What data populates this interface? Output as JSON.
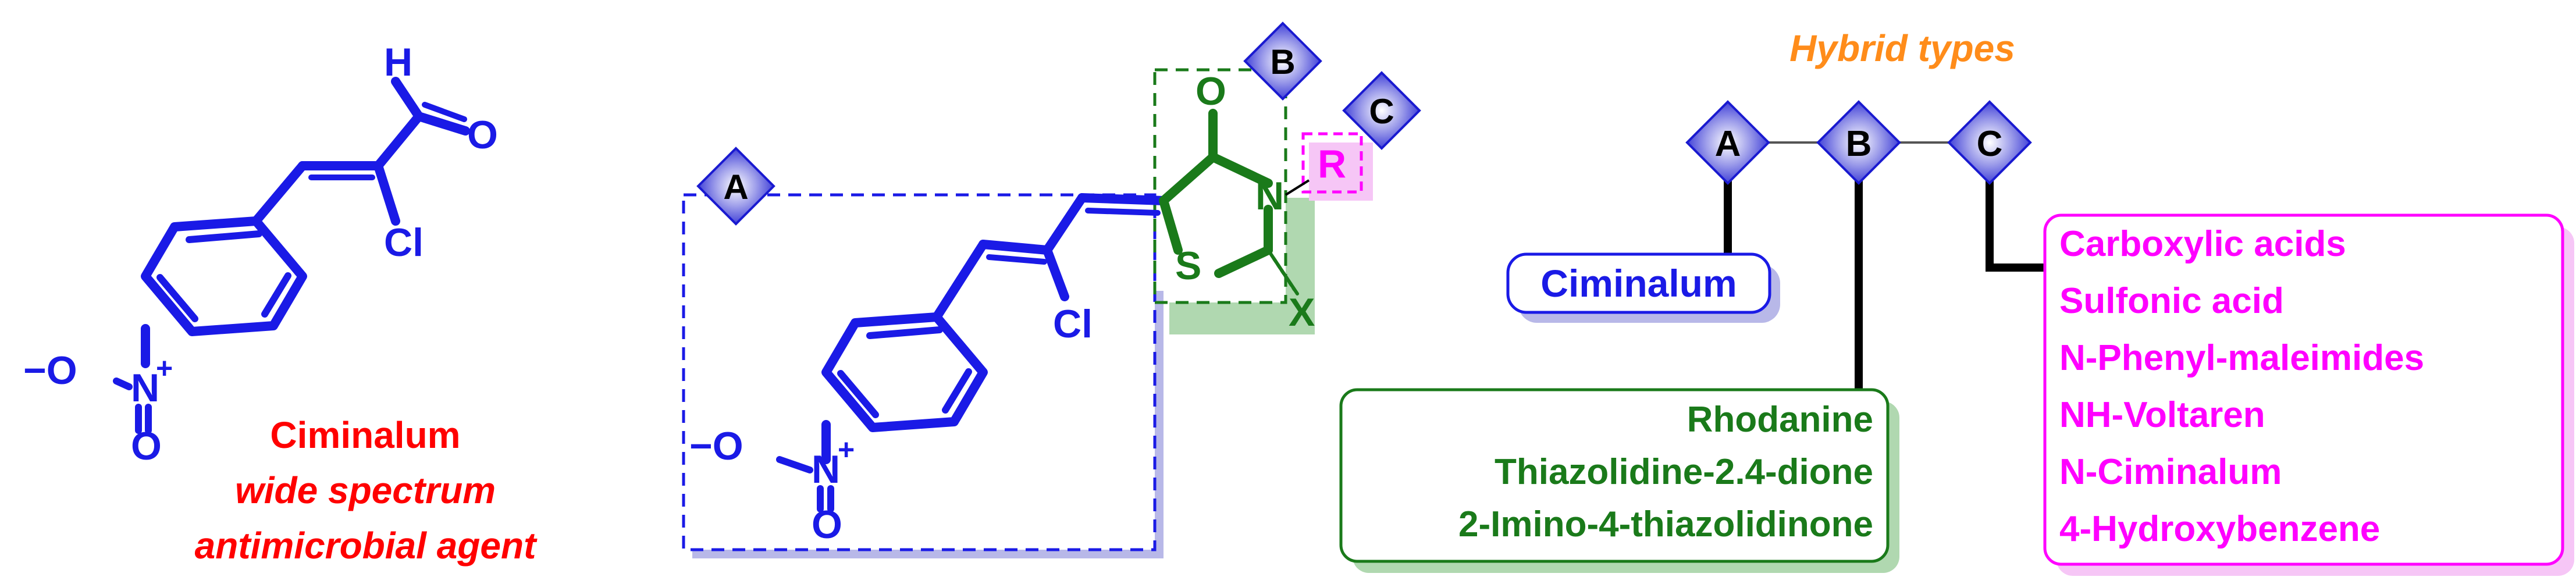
{
  "molecule1": {
    "aldehyde_h": "H",
    "aldehyde_o": "O",
    "chlorine": "Cl",
    "nitro_o_minus": "−O",
    "nitro_n_plus": "N",
    "nitro_plus_sign": "+",
    "nitro_o_bottom": "O",
    "name": "Ciminalum",
    "subtitle_1": "wide spectrum",
    "subtitle_2": "antimicrobial agent"
  },
  "molecule2": {
    "chlorine": "Cl",
    "carbonyl_o": "O",
    "ring_n": "N",
    "ring_s": "S",
    "x_group": "X",
    "r_group": "R",
    "nitro_o_minus": "−O",
    "nitro_n_plus": "N",
    "nitro_plus_sign": "+",
    "nitro_o_bottom": "O",
    "marker_a": "A",
    "marker_b": "B",
    "marker_c": "C"
  },
  "hybrid_tree": {
    "title": "Hybrid types",
    "node_a": "A",
    "node_b": "B",
    "node_c": "C",
    "box_a_items": [
      "Ciminalum"
    ],
    "box_b_items": [
      "Rhodanine",
      "Thiazolidine-2.4-dione",
      "2-Imino-4-thiazolidinone"
    ],
    "box_c_items": [
      "Carboxylic acids",
      "Sulfonic acid",
      "N-Phenyl-maleimides",
      "NH-Voltaren",
      "N-Ciminalum",
      "4-Hydroxybenzene"
    ]
  },
  "colors": {
    "blue": "#1a1ae6",
    "red": "#ff0000",
    "green": "#1a7a1a",
    "magenta": "#ff00ff",
    "orange": "#ff8c1a",
    "black": "#000000",
    "shadow_blue": "#b8b8e8",
    "shadow_green": "#b0d8b0",
    "shadow_magenta": "#f6c6f6"
  },
  "icons": {
    "diamond_marker": "diamond-icon"
  }
}
